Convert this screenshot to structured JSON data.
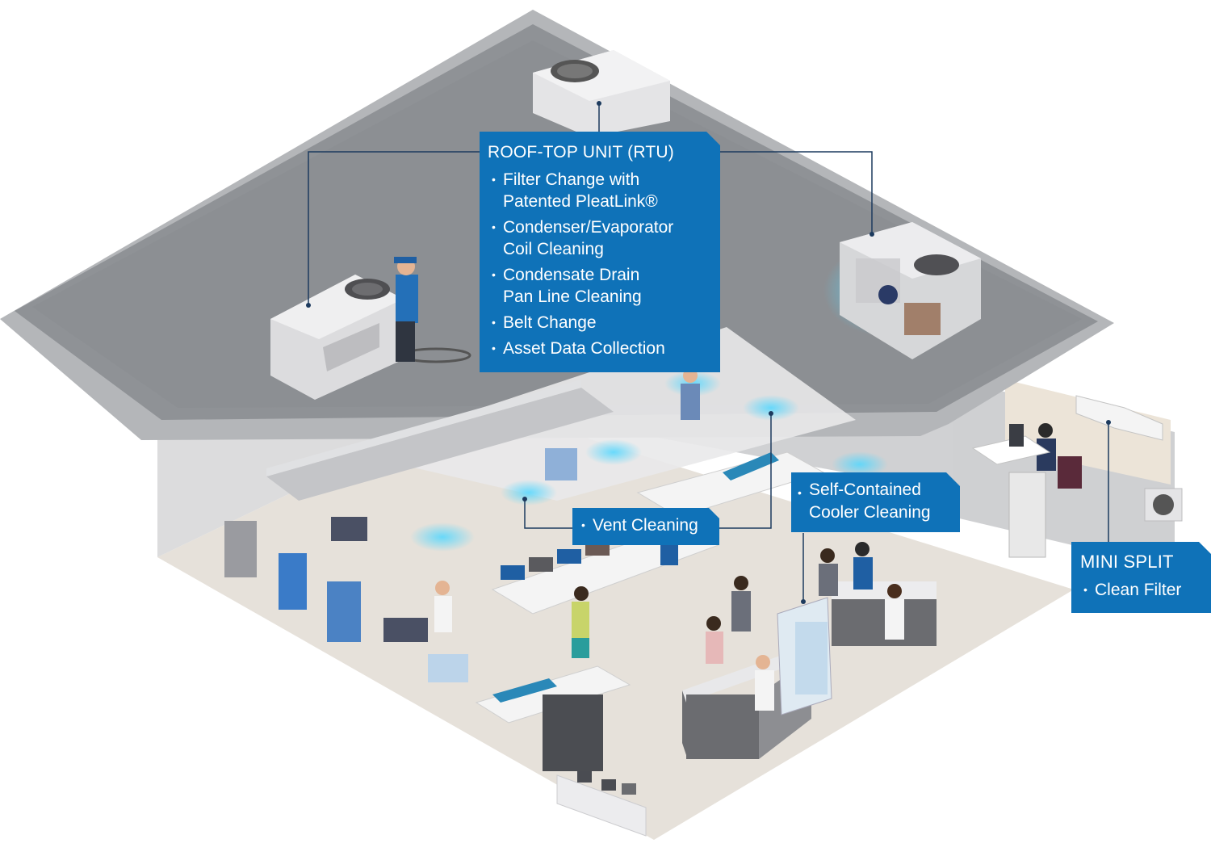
{
  "colors": {
    "callout_blue": "#0f72b8",
    "leader_line": "#1c3a5e",
    "roof": "#8f9296",
    "roof_edge": "#b4b6b9",
    "wall": "#d8d9db",
    "floor": "#e6e1da",
    "glow": "#52d7ff",
    "text": "#ffffff"
  },
  "rtu_callout": {
    "title": "ROOF-TOP UNIT (RTU)",
    "items": [
      {
        "line1": "Filter Change with",
        "line2": "Patented PleatLink®"
      },
      {
        "line1": "Condenser/Evaporator",
        "line2": "Coil Cleaning"
      },
      {
        "line1": "Condensate Drain",
        "line2": "Pan Line Cleaning"
      },
      {
        "line1": "Belt Change",
        "line2": ""
      },
      {
        "line1": "Asset Data Collection",
        "line2": ""
      }
    ]
  },
  "vent_callout": {
    "label": "Vent Cleaning"
  },
  "cooler_callout": {
    "line1": "Self-Contained",
    "line2": "Cooler Cleaning"
  },
  "mini_split_callout": {
    "title": "MINI SPLIT",
    "label": "Clean Filter"
  }
}
